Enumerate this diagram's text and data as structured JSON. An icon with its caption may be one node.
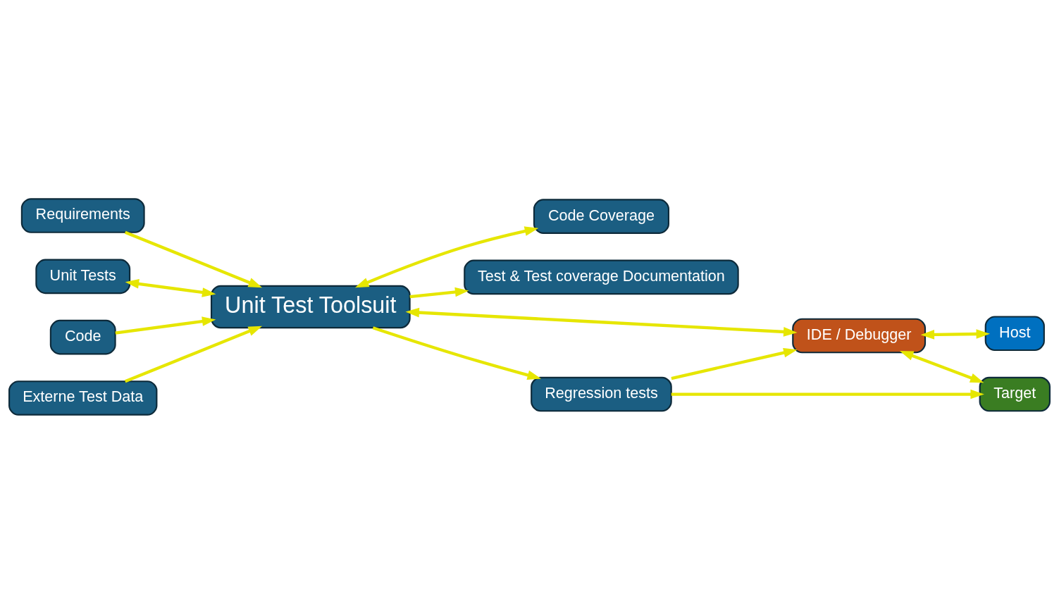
{
  "diagram": {
    "nodes": [
      {
        "text": [
          "Requirements"
        ]
      },
      {
        "text": [
          "Unit Tests"
        ]
      },
      {
        "text": [
          "Code Coverage"
        ]
      },
      {
        "text": [
          "Code"
        ]
      },
      {
        "text": [
          "Unit Test Toolsuit"
        ]
      },
      {
        "text": [
          "Test & Test coverage Documentation"
        ]
      },
      {
        "text": [
          "Externe Test Data"
        ]
      },
      {
        "text": [
          "IDE / Debugger"
        ]
      },
      {
        "text": [
          "Regression tests"
        ]
      },
      {
        "text": [
          "Host"
        ]
      },
      {
        "text": [
          "Target"
        ]
      }
    ],
    "edges": [
      {
        "from": 0,
        "to": 4,
        "arrow": "to"
      },
      {
        "from": 1,
        "to": 4,
        "arrow": "both"
      },
      {
        "from": 4,
        "to": 2,
        "arrow": "both"
      },
      {
        "from": 3,
        "to": 4,
        "arrow": "to"
      },
      {
        "from": 4,
        "to": 5,
        "arrow": "to"
      },
      {
        "from": 6,
        "to": 4,
        "arrow": "to"
      },
      {
        "from": 4,
        "to": 7,
        "arrow": "both"
      },
      {
        "from": 4,
        "to": 8,
        "arrow": "to"
      },
      {
        "from": 8,
        "to": 7,
        "arrow": "to"
      },
      {
        "from": 8,
        "to": 10,
        "arrow": "to"
      },
      {
        "from": 7,
        "to": 9,
        "arrow": "both"
      },
      {
        "from": 7,
        "to": 10,
        "arrow": "both"
      }
    ]
  }
}
